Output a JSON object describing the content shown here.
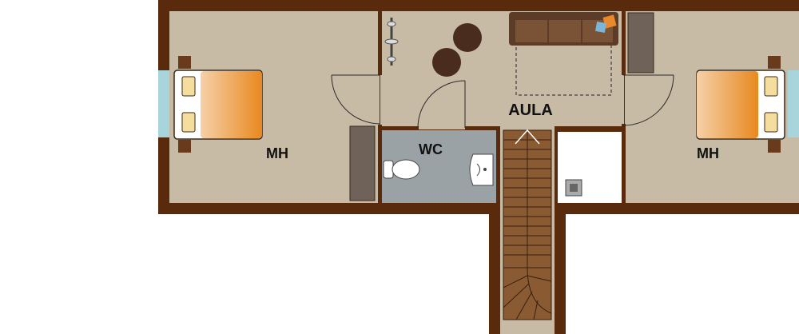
{
  "plan": {
    "labels": {
      "bedroom_left": "MH",
      "bedroom_right": "MH",
      "hall": "AULA",
      "toilet": "WC"
    }
  },
  "colors": {
    "wall": "#5a2a0d",
    "floor": "#c7bba5",
    "wc_floor": "#9aa2a6",
    "closet_floor": "#ffffff",
    "window": "#a8d4dc",
    "bed_cover_start": "#f6d0a8",
    "bed_cover_end": "#e8891f",
    "pillow": "#f4dd9d",
    "nightstand": "#6a3a1c",
    "wardrobe": "#6e6259",
    "sofa": "#5c3b27",
    "stool": "#4a2c1e",
    "stair_tread": "#8a5a33"
  }
}
